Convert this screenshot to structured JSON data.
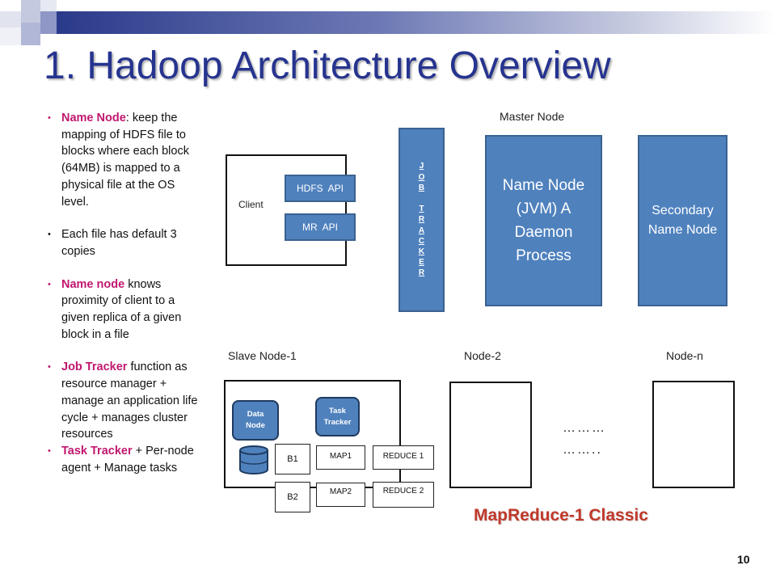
{
  "slide": {
    "title": "1. Hadoop Architecture Overview",
    "page_number": "10",
    "caption": "MapReduce-1 Classic"
  },
  "bullets": [
    {
      "keyword": "Name Node",
      "rest": ": keep the mapping of HDFS file to blocks where each block (64MB) is mapped to a physical file at the OS level."
    },
    {
      "keyword": "",
      "rest": "Each file has default 3 copies"
    },
    {
      "keyword": "Name node",
      "rest": " knows proximity of client to a given replica of a given block in a file"
    },
    {
      "keyword": "Job Tracker",
      "rest": " function as resource manager + manage an application life cycle + manages cluster resources"
    },
    {
      "keyword": "Task Tracker",
      "rest": " + Per-node agent + Manage tasks"
    }
  ],
  "diagram": {
    "master_label": "Master Node",
    "client_label": "Client",
    "hdfs_api": "HDFS  API",
    "mr_api": "MR  API",
    "job_tracker_letters": [
      "J",
      "O",
      "B",
      "",
      "T",
      "R",
      "A",
      "C",
      "K",
      "E",
      "R"
    ],
    "name_node": "Name Node (JVM) A Daemon Process",
    "secondary_name_node": "Secondary Name Node",
    "slave_label": "Slave Node-1",
    "node2_label": "Node-2",
    "noden_label": "Node-n",
    "data_node": "Data Node",
    "task_tracker": "Task Tracker",
    "b1": "B1",
    "b2": "B2",
    "map1": "MAP1",
    "map2": "MAP2",
    "reduce1": "REDUCE 1",
    "reduce2": "REDUCE 2",
    "dots1": "………",
    "dots2": "……..",
    "colors": {
      "node_blue": "#4f81bd",
      "title_blue": "#26348f",
      "accent_pink": "#c0186f",
      "caption_red": "#c0392b"
    }
  }
}
